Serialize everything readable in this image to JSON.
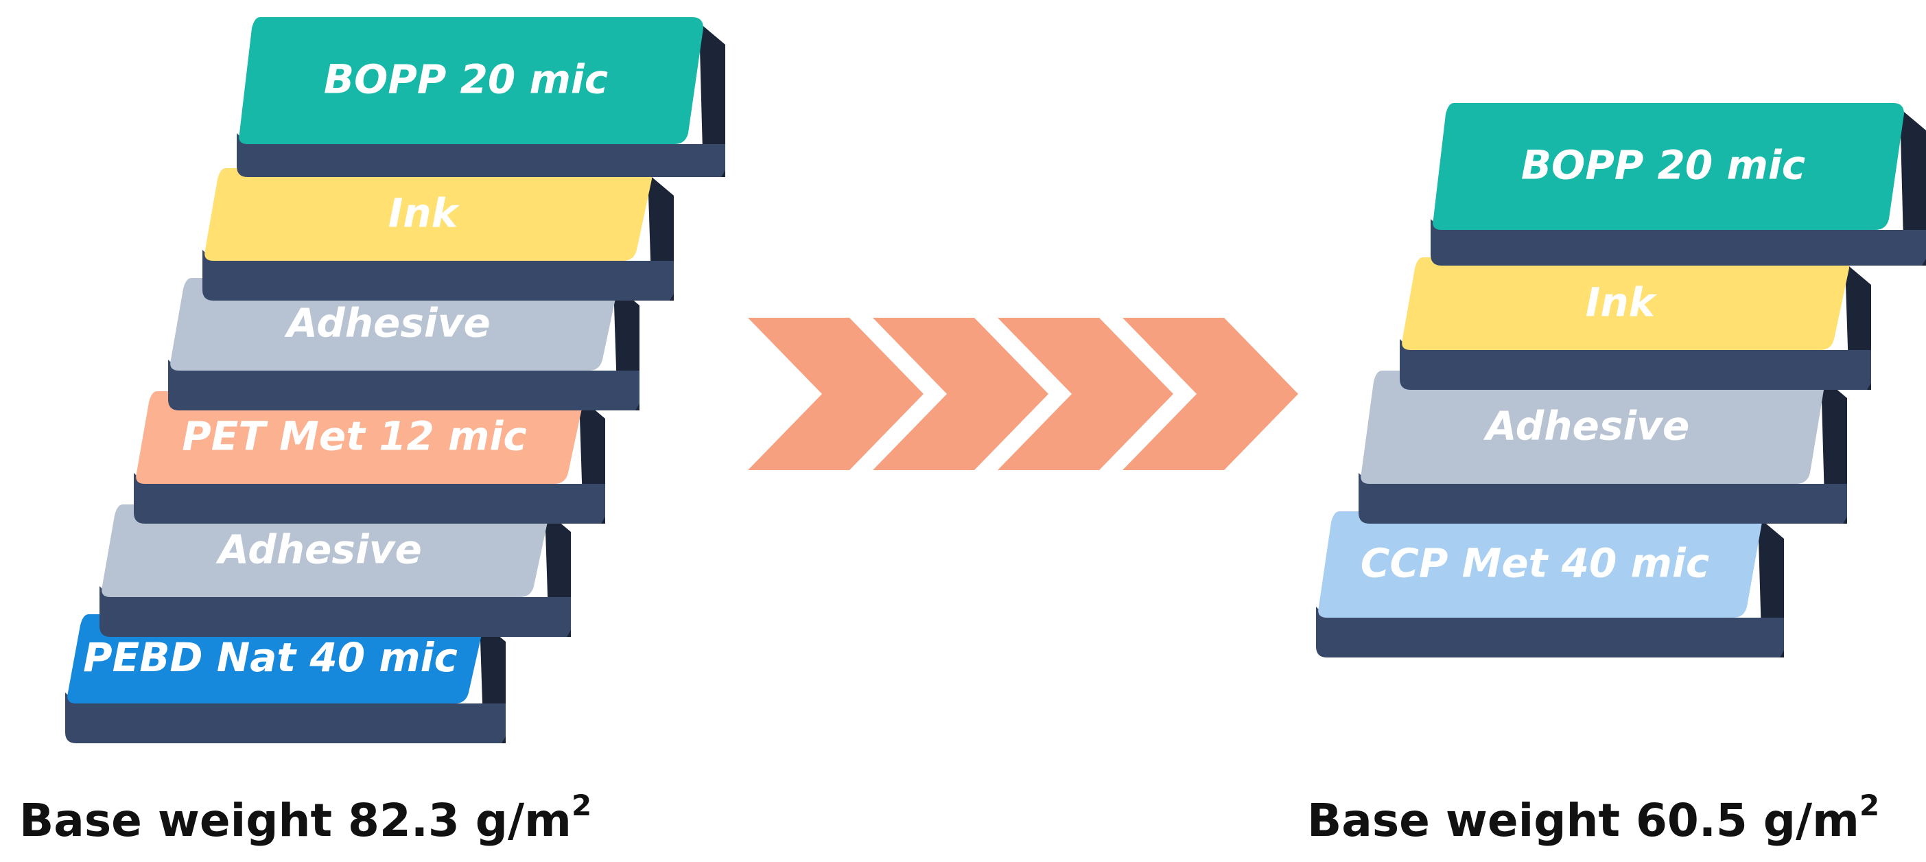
{
  "colors": {
    "side": "#374869",
    "side_dark": "#1c2438",
    "arrow": "#f7a080",
    "label_text": "#ffffff",
    "base_text": "#111111"
  },
  "left_stack": {
    "layers": [
      {
        "label": "BOPP 20 mic",
        "color": "#17b8a8"
      },
      {
        "label": "Ink",
        "color": "#ffe070"
      },
      {
        "label": "Adhesive",
        "color": "#b7c2d2"
      },
      {
        "label": "PET Met 12 mic",
        "color": "#fcb190"
      },
      {
        "label": "Adhesive",
        "color": "#b7c2d2"
      },
      {
        "label": "PEBD Nat 40 mic",
        "color": "#1789dc"
      }
    ],
    "base_weight": {
      "text": "Base weight 82.3 g/m",
      "sup": "2"
    }
  },
  "right_stack": {
    "layers": [
      {
        "label": "BOPP 20 mic",
        "color": "#17b8a8"
      },
      {
        "label": "Ink",
        "color": "#ffe070"
      },
      {
        "label": "Adhesive",
        "color": "#b7c2d2"
      },
      {
        "label": "CCP Met 40 mic",
        "color": "#a8cff2"
      }
    ],
    "base_weight": {
      "text": "Base weight 60.5 g/m",
      "sup": "2"
    }
  },
  "arrow": {
    "icon": "chevron-arrow-icon",
    "chevrons": 4
  }
}
